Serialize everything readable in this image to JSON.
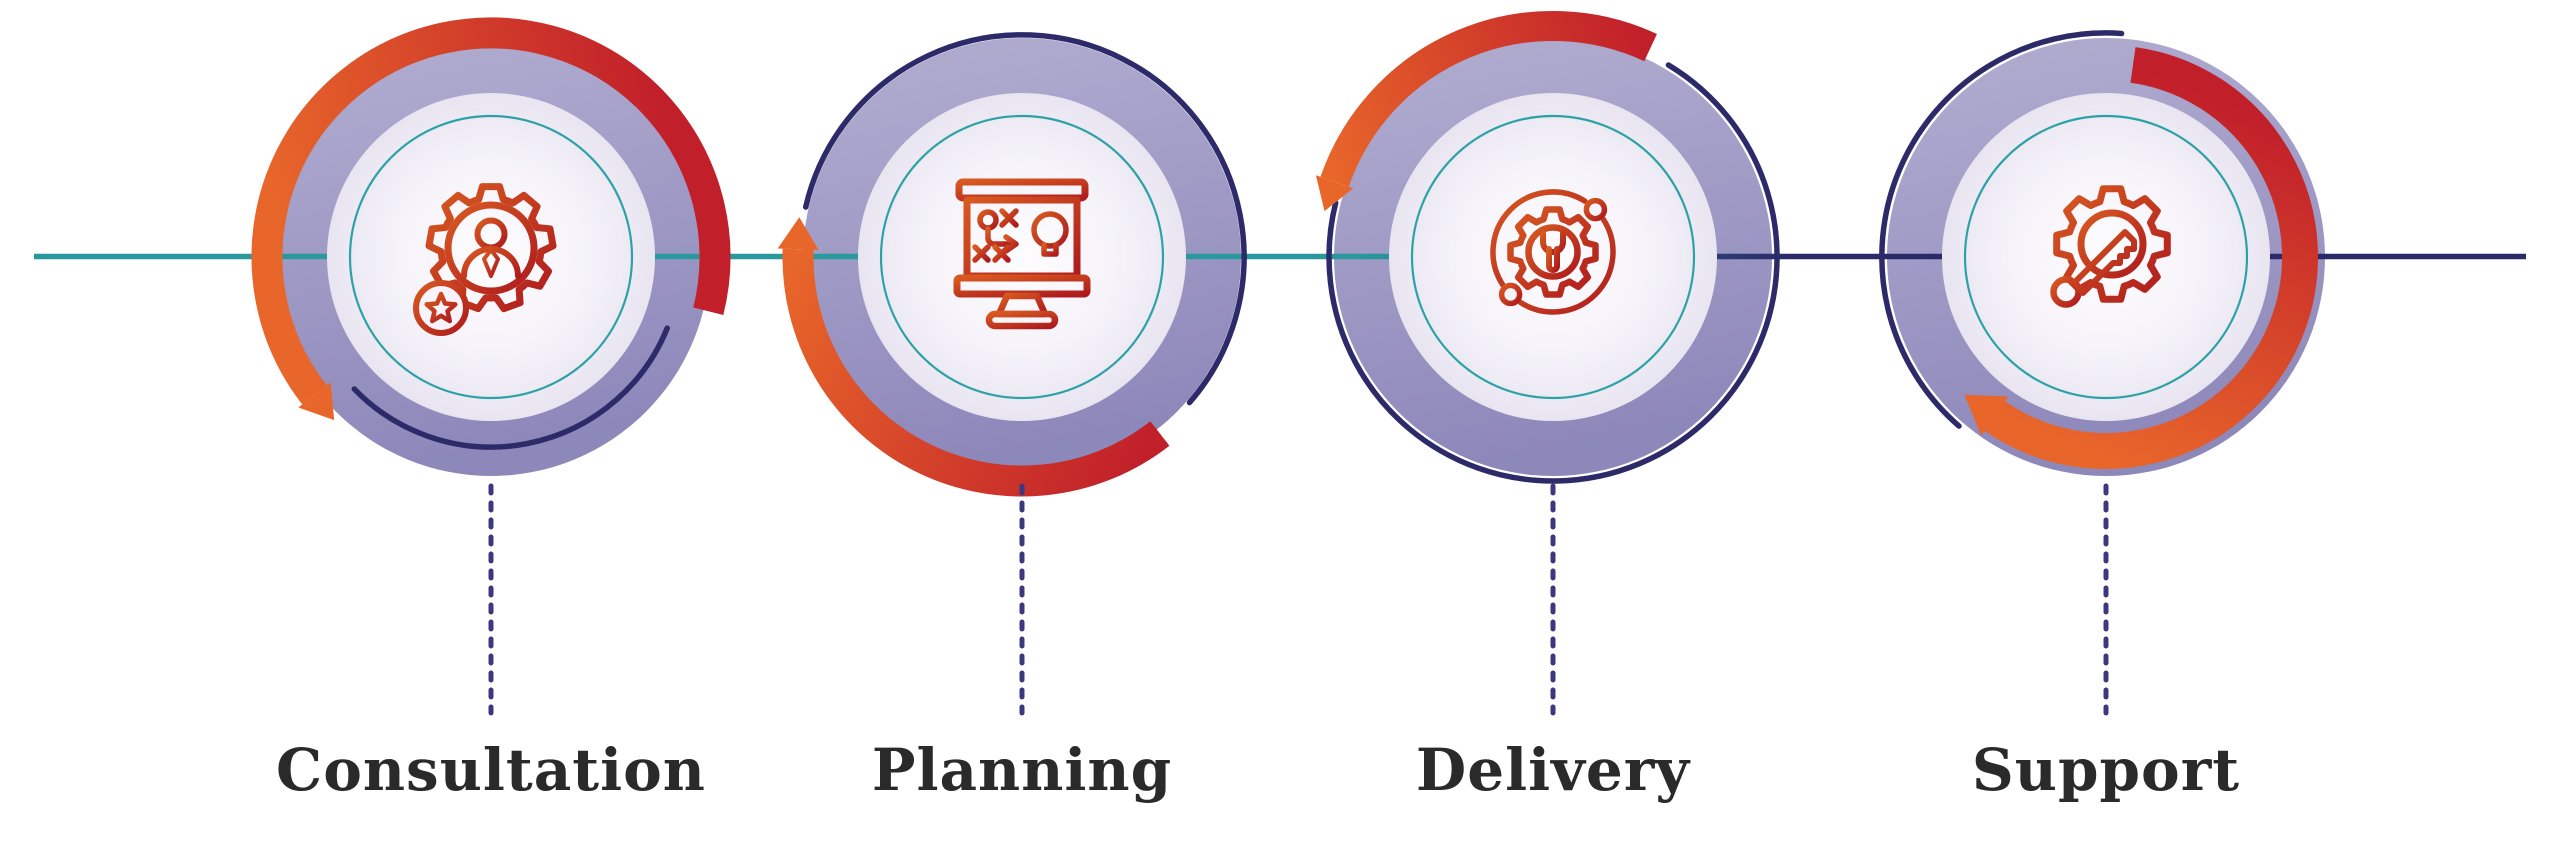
{
  "diagram": {
    "type": "process-flow-infographic",
    "orientation": "horizontal",
    "steps": [
      {
        "label": "Consultation",
        "icon": "gear-person-star-icon",
        "progress_arc": {
          "start_deg": 232,
          "end_deg": 464,
          "orange_end": "start"
        },
        "navy_arc": {
          "start_deg": 112,
          "end_deg": 226
        },
        "progress_radius": 224,
        "progress_width": 31,
        "navy_radius": 190
      },
      {
        "label": "Planning",
        "icon": "monitor-strategy-icon",
        "progress_arc": {
          "start_deg": 142,
          "end_deg": 272,
          "orange_end": "end"
        },
        "navy_arc": {
          "start_deg": 283,
          "end_deg": 491
        },
        "progress_radius": 224,
        "progress_width": 31,
        "navy_radius": 222
      },
      {
        "label": "Delivery",
        "icon": "gear-wrench-orbit-icon",
        "progress_arc": {
          "start_deg": 289,
          "end_deg": 385,
          "orange_end": "start"
        },
        "navy_arc": {
          "start_deg": 31,
          "end_deg": 284
        },
        "progress_radius": 231,
        "progress_width": 30,
        "navy_radius": 224
      },
      {
        "label": "Support",
        "icon": "gear-key-icon",
        "progress_arc": {
          "start_deg": 8,
          "end_deg": 215,
          "orange_end": "end"
        },
        "navy_arc": {
          "start_deg": 221,
          "end_deg": 364
        },
        "progress_radius": 194,
        "progress_width": 36,
        "navy_radius": 224
      }
    ],
    "colors": {
      "arc_orange": "#E8662A",
      "arc_red": "#C11F2A",
      "ring_lavender_light": "#B2AED1",
      "ring_lavender_dark": "#8D88BA",
      "inner_fill_center": "#FDFCFE",
      "inner_fill_mid": "#F6F4FA",
      "inner_fill_edge": "#E8E5F1",
      "thin_teal": "#2DA2A6",
      "thin_navy": "#2D2A69",
      "connector_navy": "#3B3880",
      "axis_teal": "#29999E",
      "axis_navy": "#2C2969",
      "label_text": "#2B2A2A",
      "icon_orange": "#D85A20",
      "icon_red": "#AE1A1E"
    }
  }
}
